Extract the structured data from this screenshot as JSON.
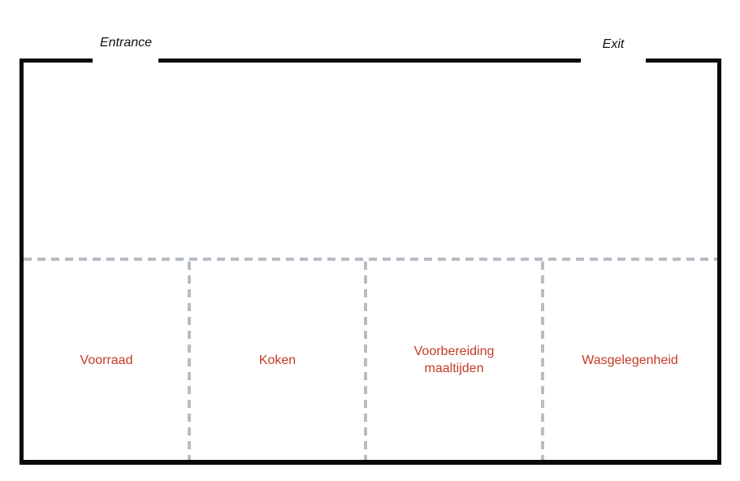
{
  "plan": {
    "entrance_label": "Entrance",
    "exit_label": "Exit",
    "zones": [
      {
        "label": "Voorraad"
      },
      {
        "label": "Koken"
      },
      {
        "label": "Voorbereiding maaltijden"
      },
      {
        "label": "Wasgelegenheid"
      }
    ],
    "colors": {
      "wall": "#0a0a0a",
      "partition_dashed": "#b6bdc4",
      "zone_text": "#c43a26",
      "door_text": "#111111"
    }
  }
}
